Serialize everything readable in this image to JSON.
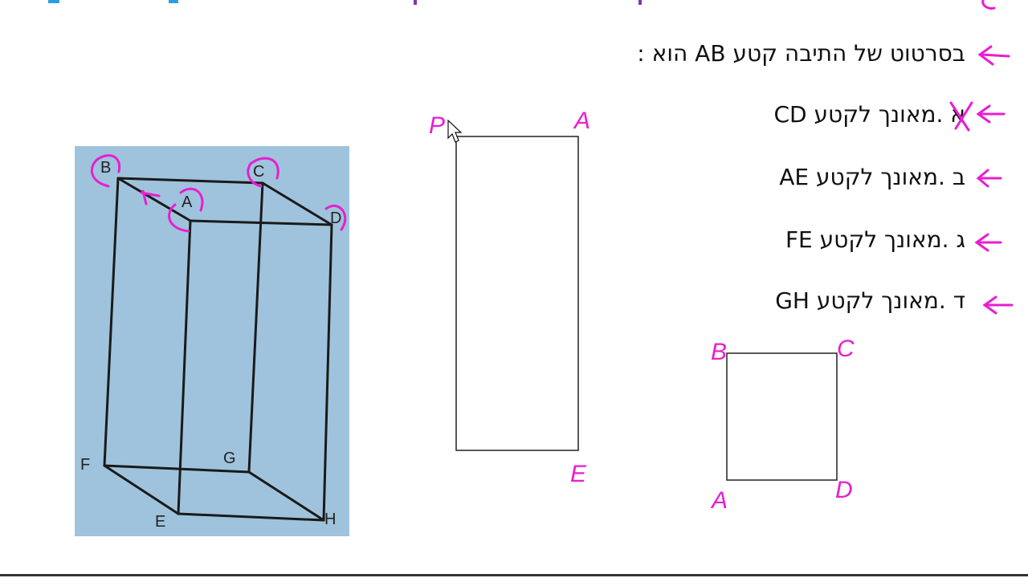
{
  "question": {
    "stem": "בסרטוט של התיבה קטע AB הוא :",
    "options": [
      {
        "letter": "א",
        "text": "מאונך לקטע CD"
      },
      {
        "letter": "ב",
        "text": "מאונך לקטע AE"
      },
      {
        "letter": "ג",
        "text": "מאונך לקטע FE"
      },
      {
        "letter": "ד",
        "text": "מאונך לקטע GH"
      }
    ]
  },
  "prism": {
    "vertex_labels": [
      "B",
      "C",
      "A",
      "D",
      "F",
      "G",
      "E",
      "H"
    ]
  },
  "sketch_left_rect": {
    "corner_labels": [
      "P",
      "A",
      "E"
    ]
  },
  "sketch_right_rect": {
    "corner_labels": [
      "B",
      "C",
      "A",
      "D"
    ]
  },
  "colors": {
    "annotation": "#e81ed0",
    "prism_bg": "#9fc3dc",
    "text": "#111111",
    "top_strip": "#2aa0e0"
  }
}
